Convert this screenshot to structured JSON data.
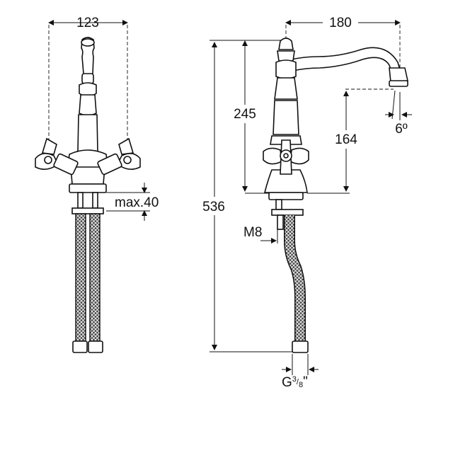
{
  "dimensions": {
    "width_front": "123",
    "height_body": "245",
    "total_height": "536",
    "reach": "180",
    "spout_height": "164",
    "spout_angle": "6º",
    "max_deck": "max.40",
    "thread_stud": "M8",
    "thread_hose_prefix": "G",
    "thread_hose_num": "3",
    "thread_hose_slash": "/",
    "thread_hose_den": "8",
    "thread_hose_suffix": "\""
  },
  "colors": {
    "line": "#111111",
    "background": "#ffffff"
  }
}
